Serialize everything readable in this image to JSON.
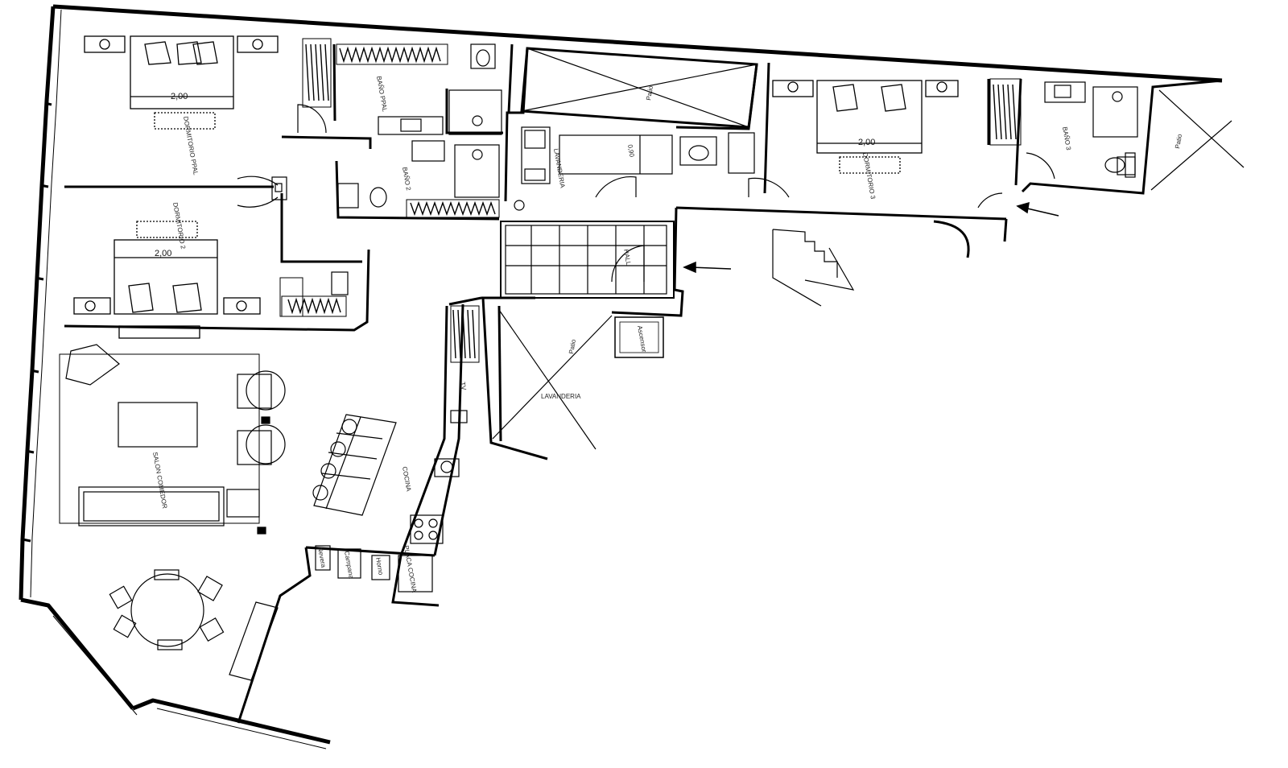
{
  "labels": {
    "dormitorio_ppal": "DORMITORIO PPAL",
    "dormitorio_2": "DORMITORIO 2",
    "dormitorio_3": "DORMITORIO 3",
    "bano_ppal": "BAÑO PPAL",
    "bano_2": "BAÑO 2",
    "bano_3": "BAÑO 3",
    "lavanderia_room": "LAVANDERIA",
    "patio_top": "Patio",
    "patio_right": "Patio",
    "patio_mid": "Patio",
    "lavanderia_patio": "LAVANDERIA",
    "hall": "HALL",
    "ascensor": "Ascensor",
    "salon": "SALON COMEDOR",
    "cocina": "COCINA",
    "tv": "TV",
    "nevera": "Nevera",
    "horno": "Horno",
    "campana": "Campana",
    "placa": "PLACA COCINA"
  },
  "dimensions": {
    "bed_ppal_width": "2,00",
    "bed_2_width": "2,00",
    "bed_3_width": "2,00",
    "lavanderia_width": "0,90"
  }
}
